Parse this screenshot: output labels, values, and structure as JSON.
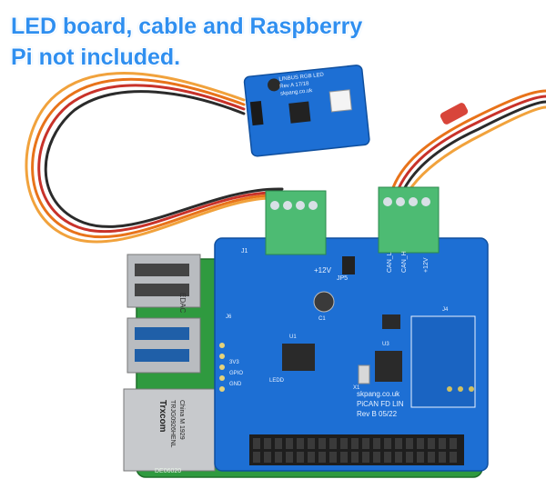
{
  "caption": {
    "line1": "LED board, cable and Raspberry",
    "line2": "Pi not included."
  },
  "led_board": {
    "silkscreen_line1": "LINBUS RGB LED",
    "silkscreen_line2": "Rev A 17/18",
    "silkscreen_line3": "skpang.co.uk"
  },
  "pican_board": {
    "label_j1": "J1",
    "label_jp5": "JP5",
    "label_12v_left": "+12V",
    "label_can_l": "CAN_L",
    "label_can_h": "CAN_H",
    "label_12v_right": "+12V",
    "label_c1": "C1",
    "label_j4": "J4",
    "label_u1": "U1",
    "label_u3": "U3",
    "label_x1": "X1",
    "label_ledd": "LEDD",
    "label_j6": "J6",
    "label_3v3": "3V3",
    "label_gpio": "GPIO",
    "label_gnd": "GND",
    "brand_line1": "skpang.co.uk",
    "brand_line2": "PiCAN FD LIN",
    "brand_line3": "Rev B 05/22"
  },
  "raspberry_pi": {
    "usb_label": "EDAC",
    "rj45_label1": "Trxcom",
    "rj45_label2": "TRJG0926HENL",
    "rj45_label3": "China M 1929",
    "bottom_label": "DE06020"
  },
  "colors": {
    "caption_text": "#2f8ff0",
    "pcb_blue": "#1d6fd4",
    "pcb_green": "#2f9a3f",
    "terminal_green": "#4dbb73",
    "wire_orange": "#e8731a",
    "wire_red": "#c8322a",
    "wire_black": "#2b2b2b"
  }
}
